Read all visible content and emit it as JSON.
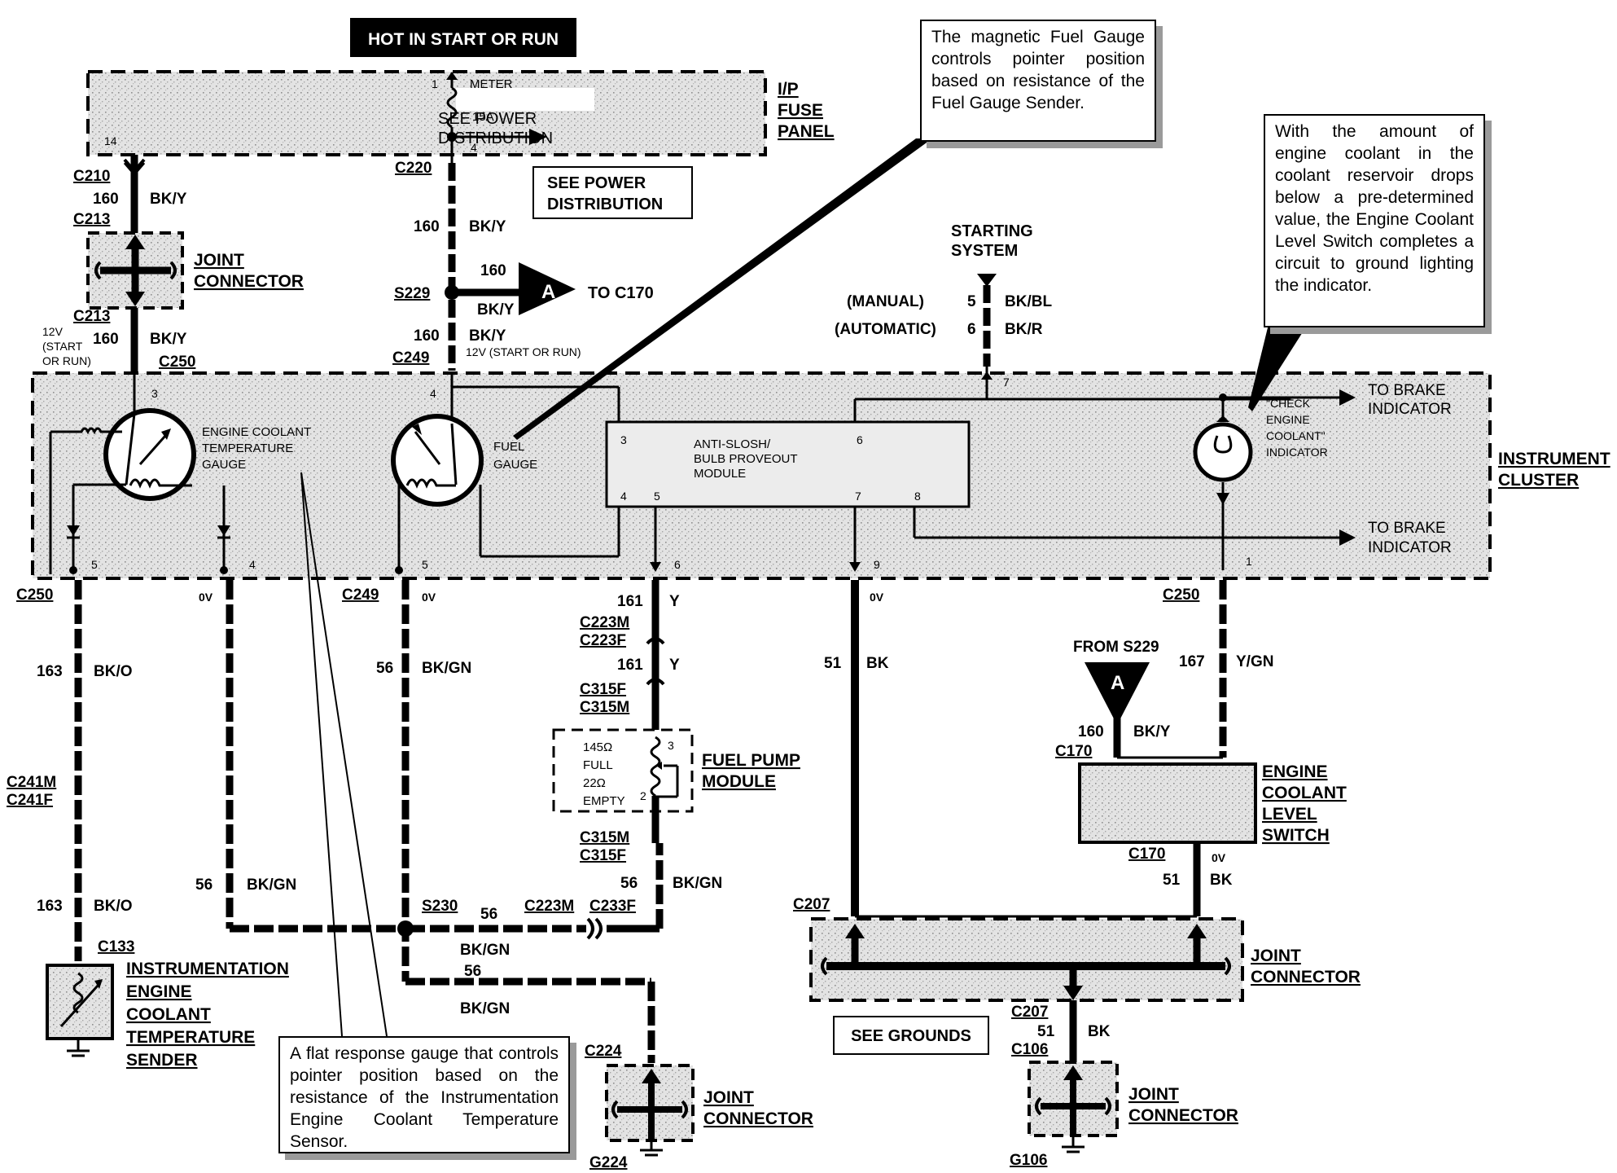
{
  "header": {
    "hot": "HOT IN START OR RUN",
    "see_power_1": "SEE POWER",
    "see_power_2": "DISTRIBUTION"
  },
  "fuse_panel": {
    "name_1": "I/P",
    "name_2": "FUSE",
    "name_3": "PANEL",
    "meter": "METER",
    "amps": "15A",
    "pin1": "1",
    "pin14": "14",
    "pin4": "4"
  },
  "power_box": {
    "line1": "SEE POWER",
    "line2": "DISTRIBUTION"
  },
  "connectors": {
    "c210": "C210",
    "c213": "C213",
    "c250": "C250",
    "c220": "C220",
    "s229": "S229",
    "c249": "C249",
    "c223m": "C223M",
    "c223f": "C223F",
    "c315f": "C315F",
    "c315m": "C315M",
    "c241m": "C241M",
    "c241f": "C241F",
    "c133": "C133",
    "s230": "S230",
    "c233f": "C233F",
    "c224": "C224",
    "g224": "G224",
    "c207": "C207",
    "c106": "C106",
    "g106": "G106",
    "c170": "C170"
  },
  "wires": {
    "n160": "160",
    "bky": "BK/Y",
    "n163": "163",
    "bko": "BK/O",
    "n56": "56",
    "bkgn": "BK/GN",
    "n161": "161",
    "y": "Y",
    "n51": "51",
    "bk": "BK",
    "n167": "167",
    "ygn": "Y/GN",
    "n5": "5",
    "bkbl": "BK/BL",
    "n6": "6",
    "bkr": "BK/R"
  },
  "labels": {
    "joint_1": "JOINT",
    "joint_2": "CONNECTOR",
    "v12_start": "12V",
    "v12_start2": "(START",
    "v12_start3": "OR RUN)",
    "v12_full": "12V (START OR RUN)",
    "ov": "0V",
    "to_c170": "TO C170",
    "a": "A",
    "starting_1": "STARTING",
    "starting_2": "SYSTEM",
    "manual": "(MANUAL)",
    "automatic": "(AUTOMATIC)",
    "from_s229": "FROM S229",
    "see_grounds": "SEE GROUNDS"
  },
  "cluster": {
    "name_1": "INSTRUMENT",
    "name_2": "CLUSTER",
    "ect_1": "ENGINE COOLANT",
    "ect_2": "TEMPERATURE",
    "ect_3": "GAUGE",
    "fuel_1": "FUEL",
    "fuel_2": "GAUGE",
    "module_1": "ANTI-SLOSH/",
    "module_2": "BULB PROVEOUT",
    "module_3": "MODULE",
    "check_1": "\"CHECK",
    "check_2": "ENGINE",
    "check_3": "COOLANT\"",
    "check_4": "INDICATOR",
    "brake_1": "TO BRAKE",
    "brake_2": "INDICATOR",
    "pins": {
      "p3": "3",
      "p4": "4",
      "p5": "5",
      "p6": "6",
      "p7": "7",
      "p8": "8",
      "p9": "9",
      "p1": "1"
    }
  },
  "fuel_pump": {
    "name_1": "FUEL PUMP",
    "name_2": "MODULE",
    "full_ohm": "145Ω",
    "full": "FULL",
    "empty_ohm": "22Ω",
    "empty": "EMPTY",
    "pin3": "3",
    "pin2": "2"
  },
  "sender": {
    "name_1": "INSTRUMENTATION",
    "name_2": "ENGINE",
    "name_3": "COOLANT",
    "name_4": "TEMPERATURE",
    "name_5": "SENDER"
  },
  "level_switch": {
    "name_1": "ENGINE",
    "name_2": "COOLANT",
    "name_3": "LEVEL",
    "name_4": "SWITCH"
  },
  "callouts": {
    "fuel": "The magnetic Fuel Gauge controls pointer position based on resistance of the Fuel Gauge Sender.",
    "coolant": "With the amount of engine coolant in the coolant reservoir drops below a pre-determined value, the Engine Coolant Level Switch completes a circuit to ground lighting the indicator.",
    "flat": "A flat response gauge that controls pointer position based on the resistance of the Instrumentation Engine Coolant Temperature Sensor."
  }
}
